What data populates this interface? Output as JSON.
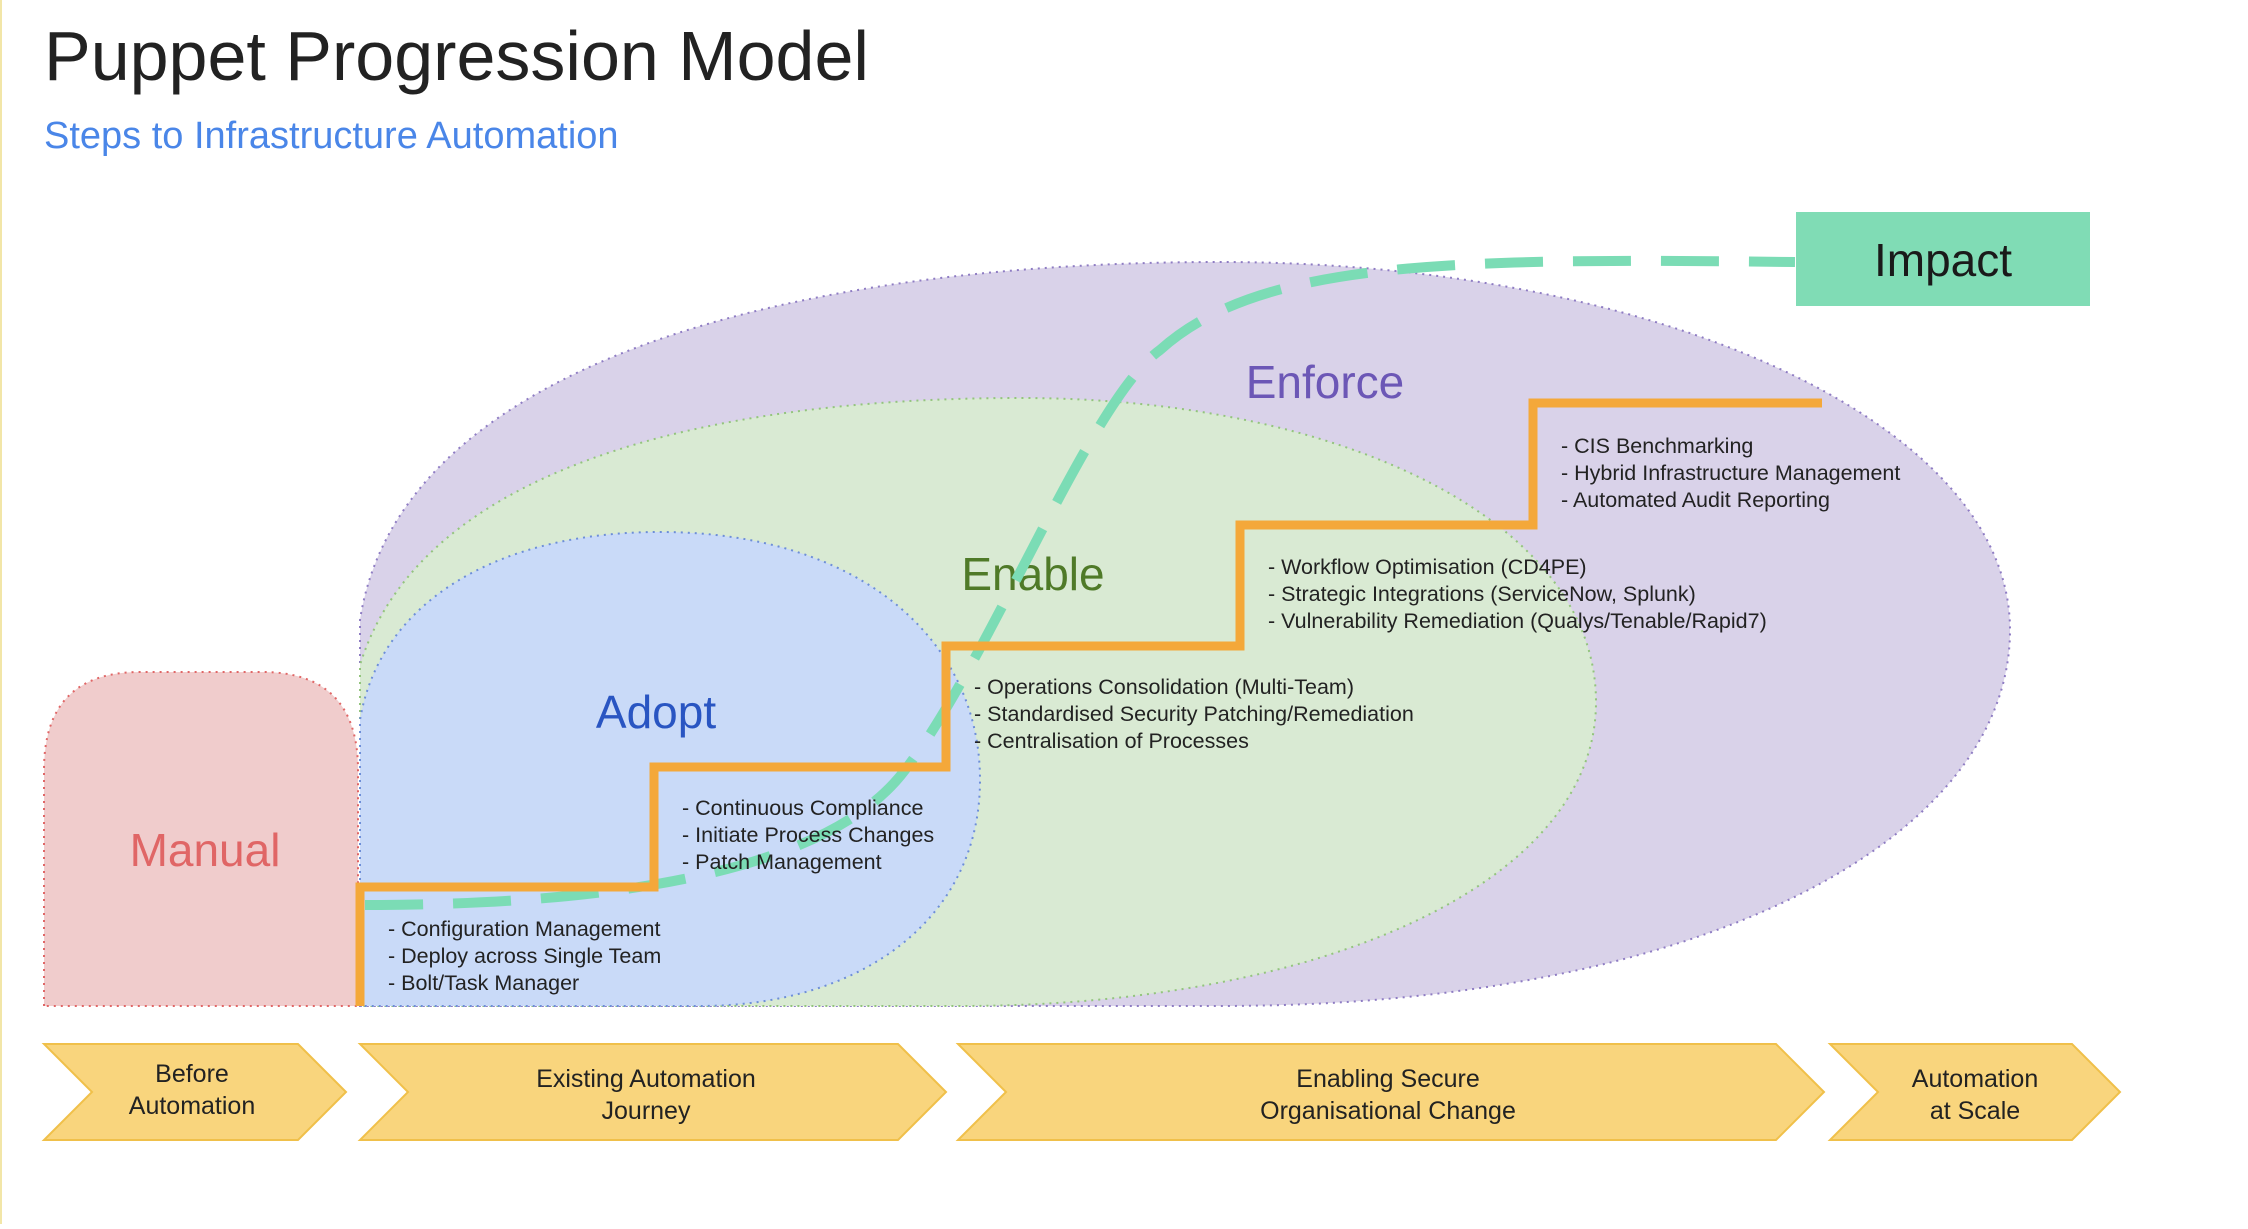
{
  "header": {
    "title": "Puppet Progression Model",
    "subtitle": "Steps to Infrastructure Automation"
  },
  "colors": {
    "title": "#222222",
    "subtitle": "#4a86e8",
    "manual_fill": "#f0cccc",
    "manual_border": "#e06666",
    "manual_text": "#e06666",
    "adopt_fill": "#c9daf8",
    "adopt_border": "#6d8ed8",
    "adopt_text": "#2955c2",
    "enable_fill": "#d9ead3",
    "enable_border": "#93c47d",
    "enable_text": "#4f7a28",
    "enforce_fill": "#d9d2e9",
    "enforce_border": "#8e7cc3",
    "enforce_text": "#6c57b6",
    "steps_line": "#f4a83a",
    "impact_curve": "#7bdcb5",
    "impact_box": "#80dcb5",
    "impact_text": "#1a1a1a",
    "arrow_fill": "#f9d57d",
    "arrow_border": "#f0c04a",
    "arrow_text": "#222222",
    "bullet_text": "#222222"
  },
  "stages": {
    "manual": "Manual",
    "adopt": "Adopt",
    "enable": "Enable",
    "enforce": "Enforce",
    "impact": "Impact"
  },
  "steps": {
    "step1": [
      "- Configuration Management",
      "- Deploy across Single Team",
      "- Bolt/Task Manager"
    ],
    "step2": [
      "- Continuous Compliance",
      "- Initiate Process Changes",
      "- Patch Management"
    ],
    "step3": [
      "- Operations Consolidation (Multi-Team)",
      "- Standardised Security Patching/Remediation",
      "- Centralisation of Processes"
    ],
    "step4": [
      "- Workflow Optimisation (CD4PE)",
      "- Strategic Integrations (ServiceNow, Splunk)",
      "- Vulnerability Remediation (Qualys/Tenable/Rapid7)"
    ],
    "step5": [
      "- CIS Benchmarking",
      "- Hybrid Infrastructure Management",
      "- Automated Audit Reporting"
    ]
  },
  "timeline": [
    {
      "line1": "Before",
      "line2": "Automation"
    },
    {
      "line1": "Existing Automation",
      "line2": "Journey"
    },
    {
      "line1": "Enabling Secure",
      "line2": "Organisational Change"
    },
    {
      "line1": "Automation",
      "line2": "at Scale"
    }
  ]
}
